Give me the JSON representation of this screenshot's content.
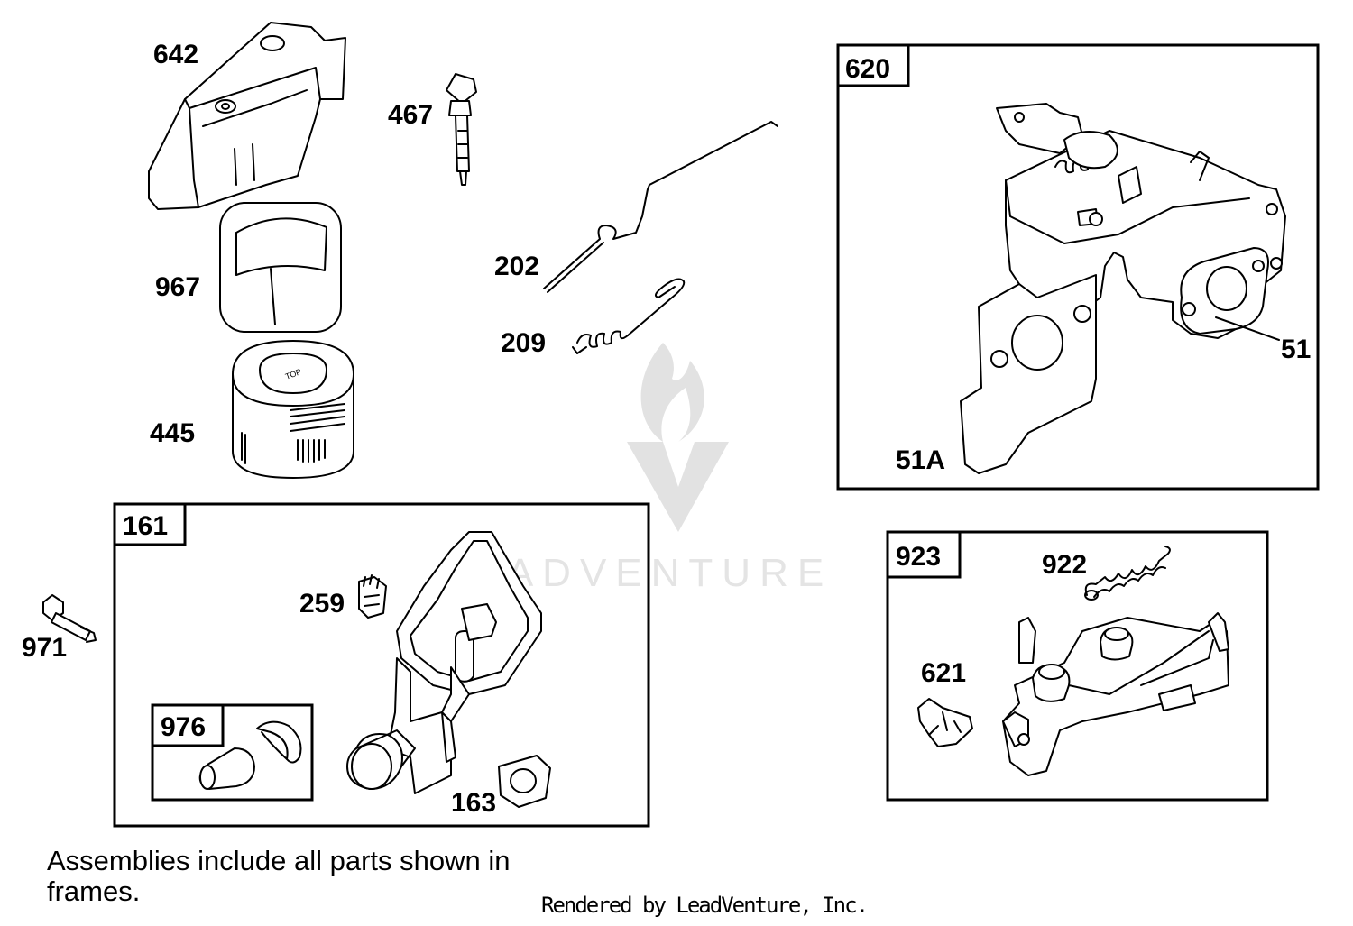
{
  "watermark": {
    "text": "LEADVENTURE"
  },
  "parts": {
    "p642": "642",
    "p467": "467",
    "p967": "967",
    "p445": "445",
    "p202": "202",
    "p209": "209",
    "p51": "51",
    "p51a": "51A",
    "p971": "971",
    "p259": "259",
    "p163": "163",
    "p922": "922",
    "p621": "621"
  },
  "frames": {
    "f620": "620",
    "f161": "161",
    "f976": "976",
    "f923": "923"
  },
  "air_filter_text": "TOP",
  "footnote": "Assemblies include all parts shown in frames.",
  "credit": "Rendered by LeadVenture, Inc."
}
